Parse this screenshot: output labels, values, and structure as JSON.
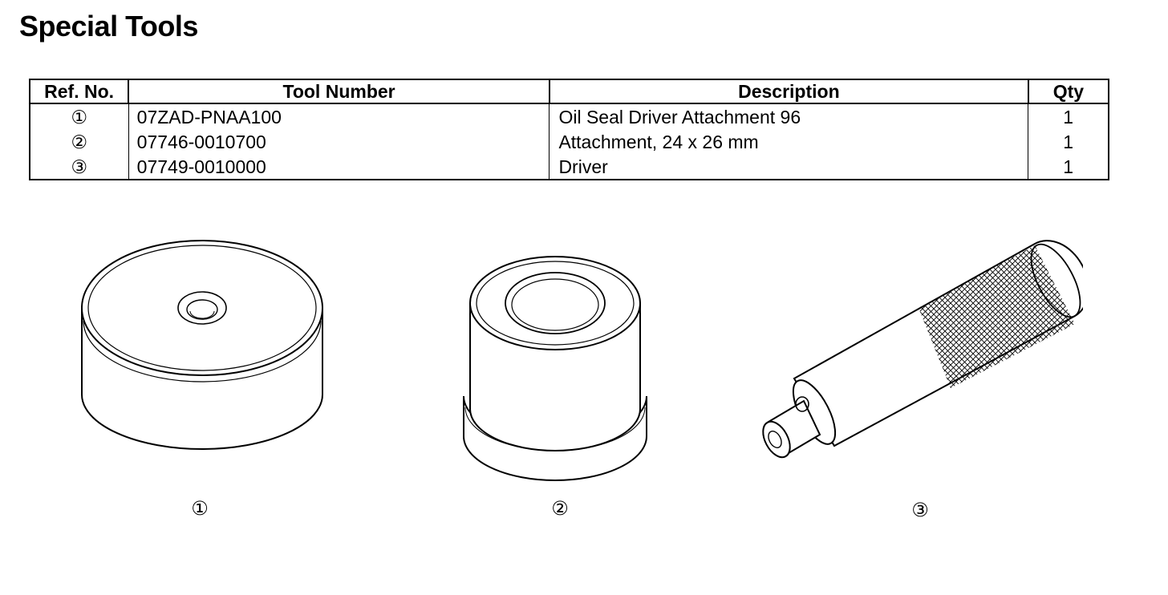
{
  "title": "Special Tools",
  "table": {
    "headers": {
      "ref": "Ref. No.",
      "tool_number": "Tool Number",
      "description": "Description",
      "qty": "Qty"
    },
    "rows": [
      {
        "ref": "①",
        "tool_number": "07ZAD-PNAA100",
        "description": "Oil Seal Driver Attachment 96",
        "qty": "1"
      },
      {
        "ref": "②",
        "tool_number": "07746-0010700",
        "description": "Attachment, 24 x 26 mm",
        "qty": "1"
      },
      {
        "ref": "③",
        "tool_number": "07749-0010000",
        "description": "Driver",
        "qty": "1"
      }
    ]
  },
  "figures": [
    {
      "label": "①",
      "icon": "seal-driver-attachment-icon"
    },
    {
      "label": "②",
      "icon": "attachment-icon"
    },
    {
      "label": "③",
      "icon": "driver-handle-icon"
    }
  ]
}
